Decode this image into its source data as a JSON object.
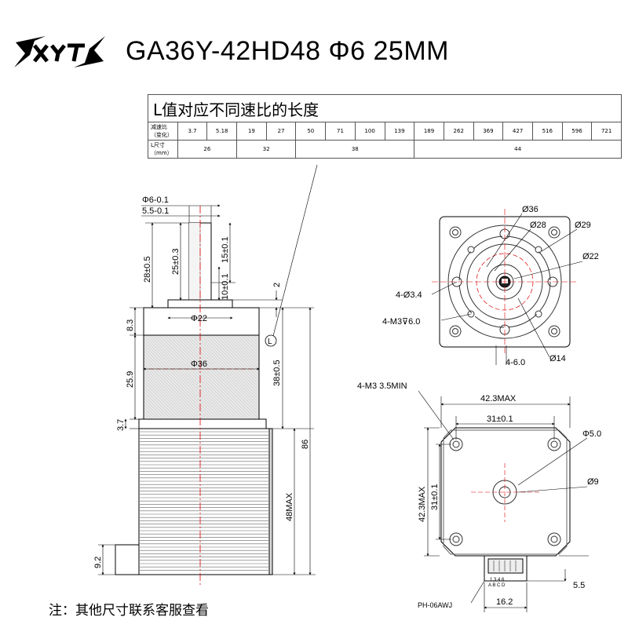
{
  "header": {
    "logo_text": "XYT",
    "title": "GA36Y-42HD48 Φ6 25MM"
  },
  "spec_table": {
    "caption": "L值对应不同速比的长度",
    "ratio_label": "减速比（变化）",
    "length_label": "L尺寸（mm）",
    "ratios": [
      "3.7",
      "5.18",
      "19",
      "27",
      "50",
      "71",
      "100",
      "139",
      "189",
      "262",
      "369",
      "427",
      "516",
      "596",
      "721"
    ],
    "lengths": [
      {
        "value": "26",
        "span": 2
      },
      {
        "value": "32",
        "span": 2
      },
      {
        "value": "38",
        "span": 4
      },
      {
        "value": "44",
        "span": 7
      }
    ]
  },
  "side_view": {
    "shaft_dia": "Φ6-0.1",
    "shaft_flat": "5.5-0.1",
    "dim_28": "28±0.5",
    "dim_25": "25±0.3",
    "dim_15": "15±0.1",
    "dim_10": "10±0.1",
    "dim_2": "2",
    "dim_phi22": "Φ22",
    "dim_phi36": "Φ36",
    "dim_8_3": "8.3",
    "dim_25_9": "25.9",
    "dim_3_7": "3.7",
    "dim_38": "38±0.5",
    "L_marker": "L",
    "dim_86": "86",
    "dim_48max": "48MAX",
    "dim_9_2": "9.2"
  },
  "front_view": {
    "d36": "Ø36",
    "d28": "Ø28",
    "d29": "Ø29",
    "d22": "Ø22",
    "holes1": "4-Ø3.4",
    "holes2": "4-M3⊽6.0",
    "dim_4_6": "4-6.0",
    "d14": "Ø14"
  },
  "motor_view": {
    "holes": "4-M3 3.5MIN",
    "width": "42.3MAX",
    "pitch": "31±0.1",
    "phi5": "Φ5.0",
    "phi9": "Ø9",
    "height": "42.3MAX",
    "pitch_v": "31±0.1",
    "connector": "PH-06AWJ",
    "dim_16_2": "16.2",
    "dim_5_5": "5.5",
    "pins_top": "1 3 4 6",
    "pins_bottom": "A  B C  D"
  },
  "note": "注：其他尺寸联系客服查看"
}
